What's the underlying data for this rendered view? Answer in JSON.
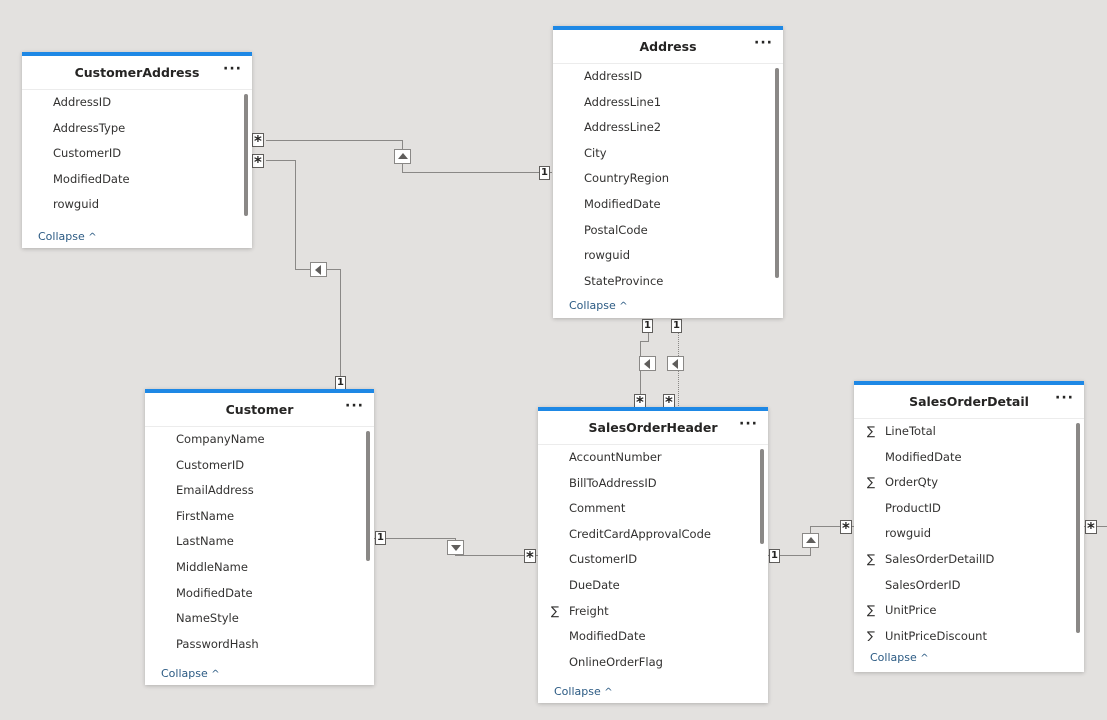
{
  "tables": {
    "customer_address": {
      "title": "CustomerAddress",
      "fields": [
        {
          "name": "AddressID",
          "sigma": false
        },
        {
          "name": "AddressType",
          "sigma": false
        },
        {
          "name": "CustomerID",
          "sigma": false
        },
        {
          "name": "ModifiedDate",
          "sigma": false
        },
        {
          "name": "rowguid",
          "sigma": false
        }
      ],
      "collapse": "Collapse"
    },
    "address": {
      "title": "Address",
      "fields": [
        {
          "name": "AddressID",
          "sigma": false
        },
        {
          "name": "AddressLine1",
          "sigma": false
        },
        {
          "name": "AddressLine2",
          "sigma": false
        },
        {
          "name": "City",
          "sigma": false
        },
        {
          "name": "CountryRegion",
          "sigma": false
        },
        {
          "name": "ModifiedDate",
          "sigma": false
        },
        {
          "name": "PostalCode",
          "sigma": false
        },
        {
          "name": "rowguid",
          "sigma": false
        },
        {
          "name": "StateProvince",
          "sigma": false
        }
      ],
      "collapse": "Collapse"
    },
    "customer": {
      "title": "Customer",
      "fields": [
        {
          "name": "CompanyName",
          "sigma": false
        },
        {
          "name": "CustomerID",
          "sigma": false
        },
        {
          "name": "EmailAddress",
          "sigma": false
        },
        {
          "name": "FirstName",
          "sigma": false
        },
        {
          "name": "LastName",
          "sigma": false
        },
        {
          "name": "MiddleName",
          "sigma": false
        },
        {
          "name": "ModifiedDate",
          "sigma": false
        },
        {
          "name": "NameStyle",
          "sigma": false
        },
        {
          "name": "PasswordHash",
          "sigma": false
        }
      ],
      "collapse": "Collapse"
    },
    "sales_order_header": {
      "title": "SalesOrderHeader",
      "fields": [
        {
          "name": "AccountNumber",
          "sigma": false
        },
        {
          "name": "BillToAddressID",
          "sigma": false
        },
        {
          "name": "Comment",
          "sigma": false
        },
        {
          "name": "CreditCardApprovalCode",
          "sigma": false
        },
        {
          "name": "CustomerID",
          "sigma": false
        },
        {
          "name": "DueDate",
          "sigma": false
        },
        {
          "name": "Freight",
          "sigma": true
        },
        {
          "name": "ModifiedDate",
          "sigma": false
        },
        {
          "name": "OnlineOrderFlag",
          "sigma": false
        }
      ],
      "collapse": "Collapse"
    },
    "sales_order_detail": {
      "title": "SalesOrderDetail",
      "fields": [
        {
          "name": "LineTotal",
          "sigma": true
        },
        {
          "name": "ModifiedDate",
          "sigma": false
        },
        {
          "name": "OrderQty",
          "sigma": true
        },
        {
          "name": "ProductID",
          "sigma": false
        },
        {
          "name": "rowguid",
          "sigma": false
        },
        {
          "name": "SalesOrderDetailID",
          "sigma": true
        },
        {
          "name": "SalesOrderID",
          "sigma": false
        },
        {
          "name": "UnitPrice",
          "sigma": true
        },
        {
          "name": "UnitPriceDiscount",
          "sigma": true
        }
      ],
      "collapse": "Collapse"
    }
  },
  "ui": {
    "more_glyph": "···",
    "sigma_glyph": "∑",
    "collapse_chevron": "^"
  },
  "cardinality": {
    "many": "*",
    "one": "1"
  }
}
